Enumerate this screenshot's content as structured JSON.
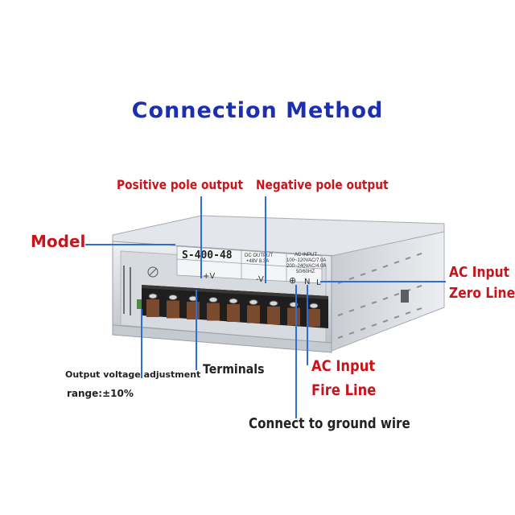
{
  "title": "Connection Method",
  "labels": {
    "positive_output": "Positive pole output",
    "negative_output": "Negative pole output",
    "model": "Model",
    "ac_input_zero_1": "AC Input",
    "ac_input_zero_2": "Zero Line",
    "output_voltage_adj_1": "Output voltage adjustment",
    "output_voltage_adj_2": "range:±10%",
    "terminals": "Terminals",
    "ac_input_fire_1": "AC Input",
    "ac_input_fire_2": "Fire Line",
    "ground": "Connect to ground wire"
  },
  "device": {
    "model_number": "S-400-48",
    "dc_output": "DC OUTPUT",
    "dc_output_value": "+48V 8.3A",
    "ac_input": "AC INPUT",
    "ac_line1": "100~120VAC/7.0A",
    "ac_line2": "200~240VAC/4.0A",
    "ac_freq": "50/60HZ",
    "plus_v": "+V",
    "minus_v": "-V",
    "n_mark": "N",
    "l_mark": "L",
    "ground_mark": "⊕"
  },
  "colors": {
    "title": "#1c2fb0",
    "red_label": "#c8151b",
    "dark_label": "#222222",
    "callout_line": "#2d6fd8"
  }
}
